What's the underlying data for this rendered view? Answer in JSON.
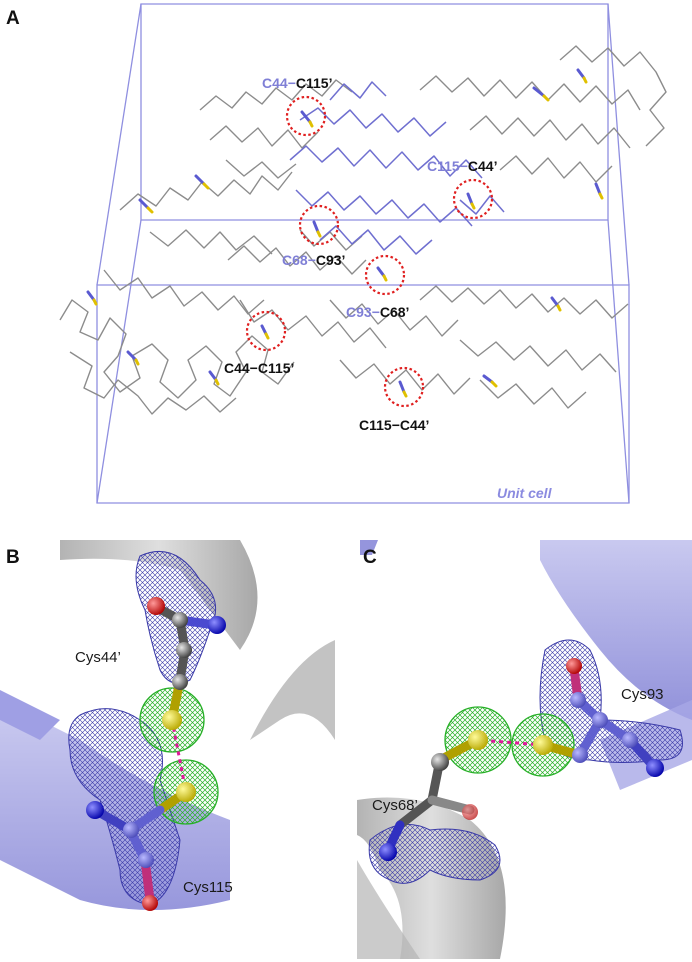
{
  "figure": {
    "panel_a": {
      "letter": "A",
      "unit_cell_label": "Unit cell",
      "labels": [
        {
          "blue": "C44",
          "dash": "−",
          "black": "C115’"
        },
        {
          "blue": "C115",
          "dash": "−",
          "black": "C44’"
        },
        {
          "blue": "C68",
          "dash": "−",
          "black": "C93’"
        },
        {
          "blue": "C93",
          "dash": "−",
          "black": "C68’"
        },
        {
          "blue": "",
          "dash": "",
          "black": "C44−C115’"
        },
        {
          "blue": "",
          "dash": "",
          "black": "C115−C44’"
        }
      ]
    },
    "panel_b": {
      "letter": "B",
      "residue_top": "Cys44’",
      "residue_bottom": "Cys115"
    },
    "panel_c": {
      "letter": "C",
      "residue_left": "Cys68’",
      "residue_right": "Cys93"
    },
    "colors": {
      "unit_cell": "#7f7fd6",
      "chain_gray": "#8c8c8c",
      "chain_blue": "#6f6fd0",
      "highlight_circle": "#e02020",
      "density_blue": "#3a3aa8",
      "density_green": "#27b027",
      "sulfur": "#e0d000",
      "oxygen": "#d62020",
      "nitrogen": "#1515d8",
      "carbon": "#555555"
    }
  }
}
